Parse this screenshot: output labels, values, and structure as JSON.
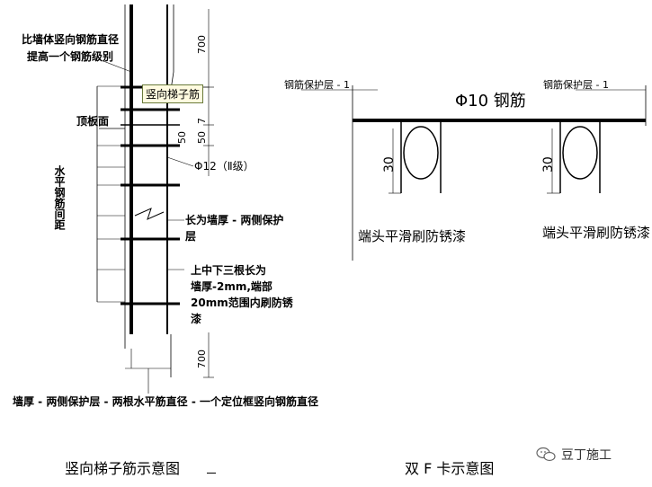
{
  "left": {
    "note_top_line1": "比墙体竖向钢筋直径",
    "note_top_line2": "提高一个钢筋级别",
    "tag_vertical_ladder": "竖向梯子筋",
    "label_top_board": "顶板面",
    "label_horizontal_spacing": "水平钢筋间距",
    "dim_top": "700",
    "dim_7": "7",
    "dim_50a": "50",
    "dim_50b": "50",
    "phi12": "Φ12（Ⅱ级）",
    "note_length_line1": "长为墙厚 - 两侧保护",
    "note_length_line2": "层",
    "note_three_line1": "上中下三根长为",
    "note_three_line2": "墙厚-2mm,端部",
    "note_three_line3": "20mm范围内刷防锈",
    "note_three_line4": "漆",
    "dim_bottom": "700",
    "formula": "墙厚 - 两侧保护层 - 两根水平筋直径 - 一个定位框竖向钢筋直径",
    "caption": "竖向梯子筋示意图"
  },
  "right": {
    "cover_left": "钢筋保护层 - 1",
    "cover_right": "钢筋保护层 - 1",
    "bar_label": "Φ10 钢筋",
    "dim_30_left": "30",
    "dim_30_right": "30",
    "paint_left": "端头平滑刷防锈漆",
    "paint_right": "端头平滑刷防锈漆",
    "caption": "双 F 卡示意图"
  },
  "watermark": {
    "text": "豆丁施工",
    "icon": "wechat-icon"
  }
}
